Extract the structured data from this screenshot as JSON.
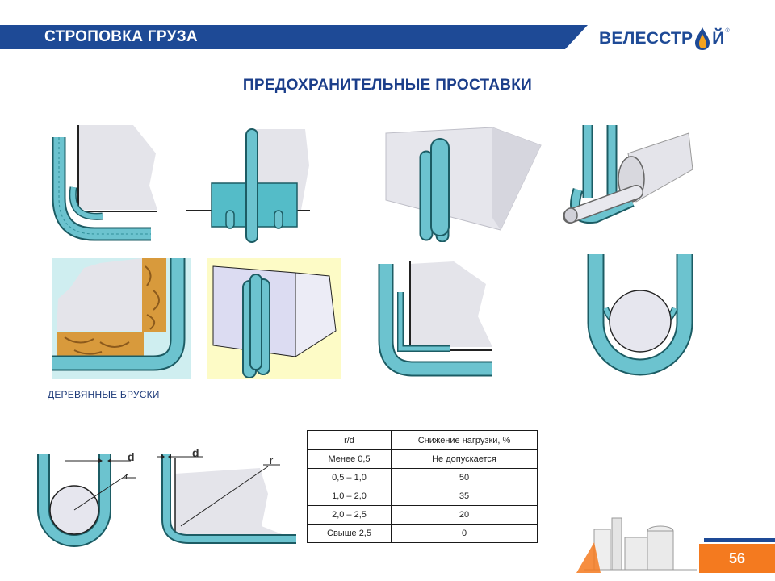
{
  "header": {
    "title": "СТРОПОВКА ГРУЗА"
  },
  "logo": {
    "text_left": "ВЕЛЕССТР",
    "text_right": "Й",
    "reg": "®"
  },
  "slide": {
    "title": "ПРЕДОХРАНИТЕЛЬНЫЕ ПРОСТАВКИ"
  },
  "caption": "ДЕРЕВЯННЫЕ БРУСКИ",
  "diagram_labels": {
    "d1": "d",
    "r1": "r",
    "d2": "d",
    "r2": "r"
  },
  "table": {
    "headers": [
      "r/d",
      "Снижение нагрузки, %"
    ],
    "rows": [
      [
        "Менее 0,5",
        "Не допускается"
      ],
      [
        "0,5 – 1,0",
        "50"
      ],
      [
        "1,0 – 2,0",
        "35"
      ],
      [
        "2,0 – 2,5",
        "20"
      ],
      [
        "Свыше 2,5",
        "0"
      ]
    ]
  },
  "page_number": "56",
  "colors": {
    "brand_blue": "#1e4a96",
    "accent_orange": "#f47a1f",
    "rope_cyan": "#6cc3cf",
    "title_blue": "#1b3e8a"
  }
}
